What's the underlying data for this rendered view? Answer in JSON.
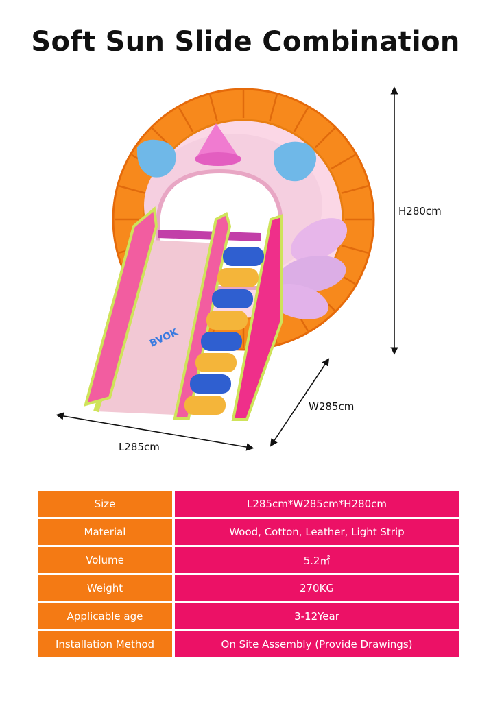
{
  "title": "Soft Sun Slide Combination",
  "dimensions": {
    "height": "H280cm",
    "width": "W285cm",
    "length": "L285cm"
  },
  "logo_text": "BVOK",
  "colors": {
    "key_bg": "#f47a14",
    "value_bg": "#ec1166",
    "sun": "#f7891c",
    "slide": "#f2c8d4",
    "steps_blue": "#2f5fd0",
    "steps_yellow": "#f4b53a"
  },
  "specs": [
    {
      "label": "Size",
      "value": "L285cm*W285cm*H280cm"
    },
    {
      "label": "Material",
      "value": "Wood, Cotton, Leather, Light Strip"
    },
    {
      "label": "Volume",
      "value": "5.2㎡"
    },
    {
      "label": "Weight",
      "value": "270KG"
    },
    {
      "label": "Applicable age",
      "value": "3-12Year"
    },
    {
      "label": "Installation Method",
      "value": "On Site Assembly (Provide Drawings)"
    }
  ]
}
